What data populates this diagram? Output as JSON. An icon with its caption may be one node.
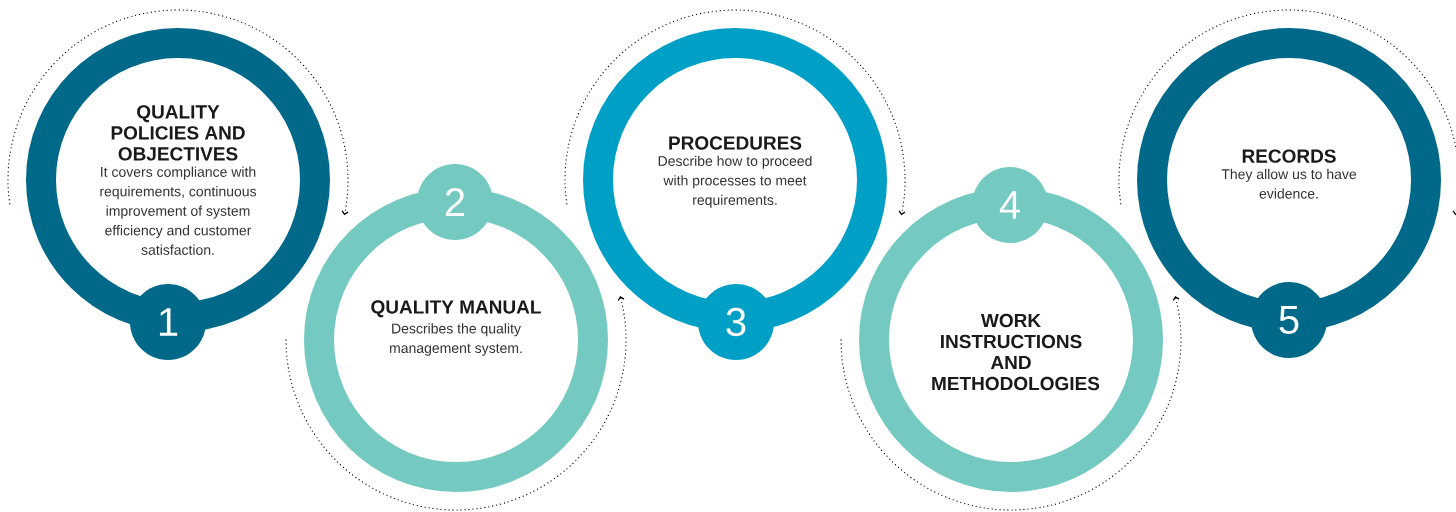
{
  "diagram": {
    "nodes": [
      {
        "text": [
          "QUALITY POLICIES AND OBJECTIVES",
          "It covers compliance with requirements, continuous improvement of system efficiency and customer satisfaction."
        ]
      },
      {
        "text": [
          "1"
        ]
      },
      {
        "text": [
          "2"
        ]
      },
      {
        "text": [
          "QUALITY MANUAL",
          "Describes the quality management system."
        ]
      },
      {
        "text": [
          "PROCEDURES",
          "Describe how to proceed with processes to meet requirements."
        ]
      },
      {
        "text": [
          "3"
        ]
      },
      {
        "text": [
          "4"
        ]
      },
      {
        "text": [
          "WORK INSTRUCTIONS AND METHODOLOGIES"
        ]
      },
      {
        "text": [
          "RECORDS",
          "They allow us to have evidence."
        ]
      },
      {
        "text": [
          "5"
        ]
      }
    ]
  }
}
